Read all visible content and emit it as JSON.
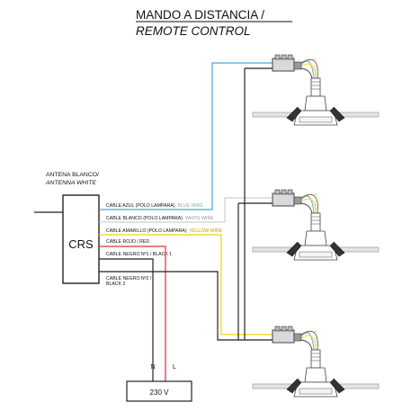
{
  "title": {
    "line1": "MANDO A DISTANCIA /",
    "line2": "REMOTE CONTROL"
  },
  "antenna": {
    "label_es": "ANTENA BLANCO/",
    "label_en": "ANTENNA WHITE"
  },
  "controller": {
    "label": "CRS"
  },
  "cables": [
    {
      "label": "CABLE AZUL (POLO LAMPARA)",
      "color_label": "BLUE WIRE",
      "color": "#4aa3d8"
    },
    {
      "label": "CABLE BLANCO (POLO LAMPARA)",
      "color_label": "WHITE WIRE",
      "color": "#c8c8c8"
    },
    {
      "label": "CABLE AMARILLO (POLO LAMPARA)",
      "color_label": "YELLOW WIRE",
      "color": "#f2d300"
    },
    {
      "label": "CABLE ROJO  /  RED",
      "color_label": "",
      "color": "#d9302c"
    },
    {
      "label": "CABLE NEGRO Nº1 / BLACK 1",
      "color_label": "",
      "color": "#222222"
    },
    {
      "label": "CABLE NEGRO Nº2 /",
      "label2": "BLACK 2",
      "color_label": "",
      "color": "#222222"
    }
  ],
  "supply": {
    "label": "230 V",
    "neutral": "N",
    "live": "L"
  },
  "colors": {
    "line": "#222222",
    "ceiling": "#bdbdbd",
    "fixture": "#444444"
  },
  "icons": [
    "lamp-fixture-icon",
    "terminal-block-icon",
    "clip-spring-icon"
  ]
}
